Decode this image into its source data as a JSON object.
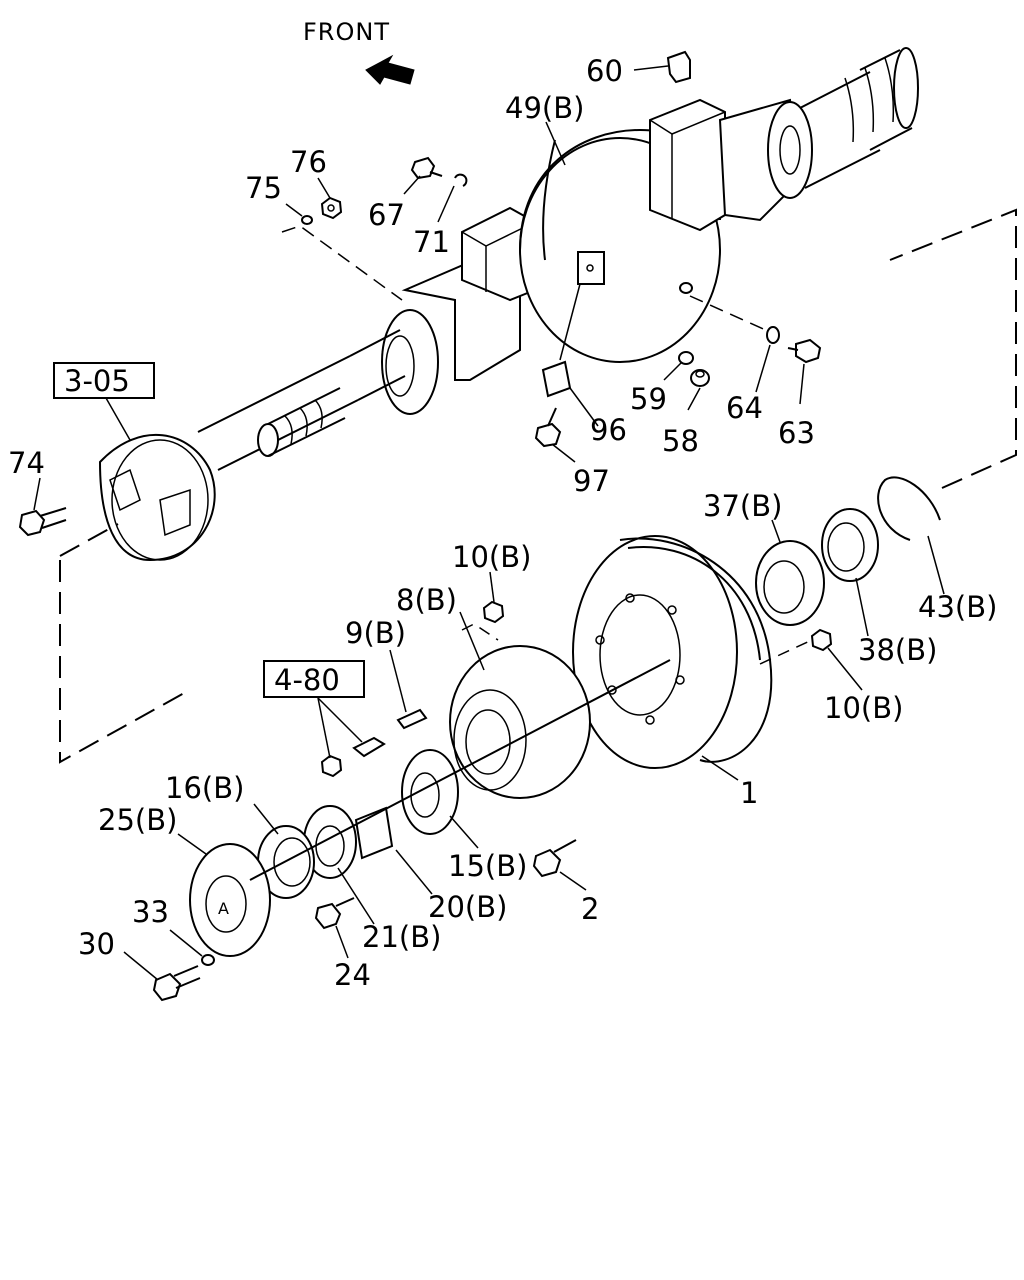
{
  "front_label": "FRONT",
  "ref_boxes": {
    "box_305": "3-05",
    "box_480": "4-80"
  },
  "callouts": {
    "c60": "60",
    "c49": "49(B)",
    "c76": "76",
    "c75": "75",
    "c67": "67",
    "c71": "71",
    "c74": "74",
    "c59": "59",
    "c58": "58",
    "c64": "64",
    "c63": "63",
    "c96": "96",
    "c97": "97",
    "c37": "37(B)",
    "c10a": "10(B)",
    "c8": "8(B)",
    "c9": "9(B)",
    "c43": "43(B)",
    "c38": "38(B)",
    "c10b": "10(B)",
    "c1": "1",
    "c16": "16(B)",
    "c25": "25(B)",
    "c15": "15(B)",
    "c20": "20(B)",
    "c2": "2",
    "c33": "33",
    "c21": "21(B)",
    "c30": "30",
    "c24": "24"
  }
}
